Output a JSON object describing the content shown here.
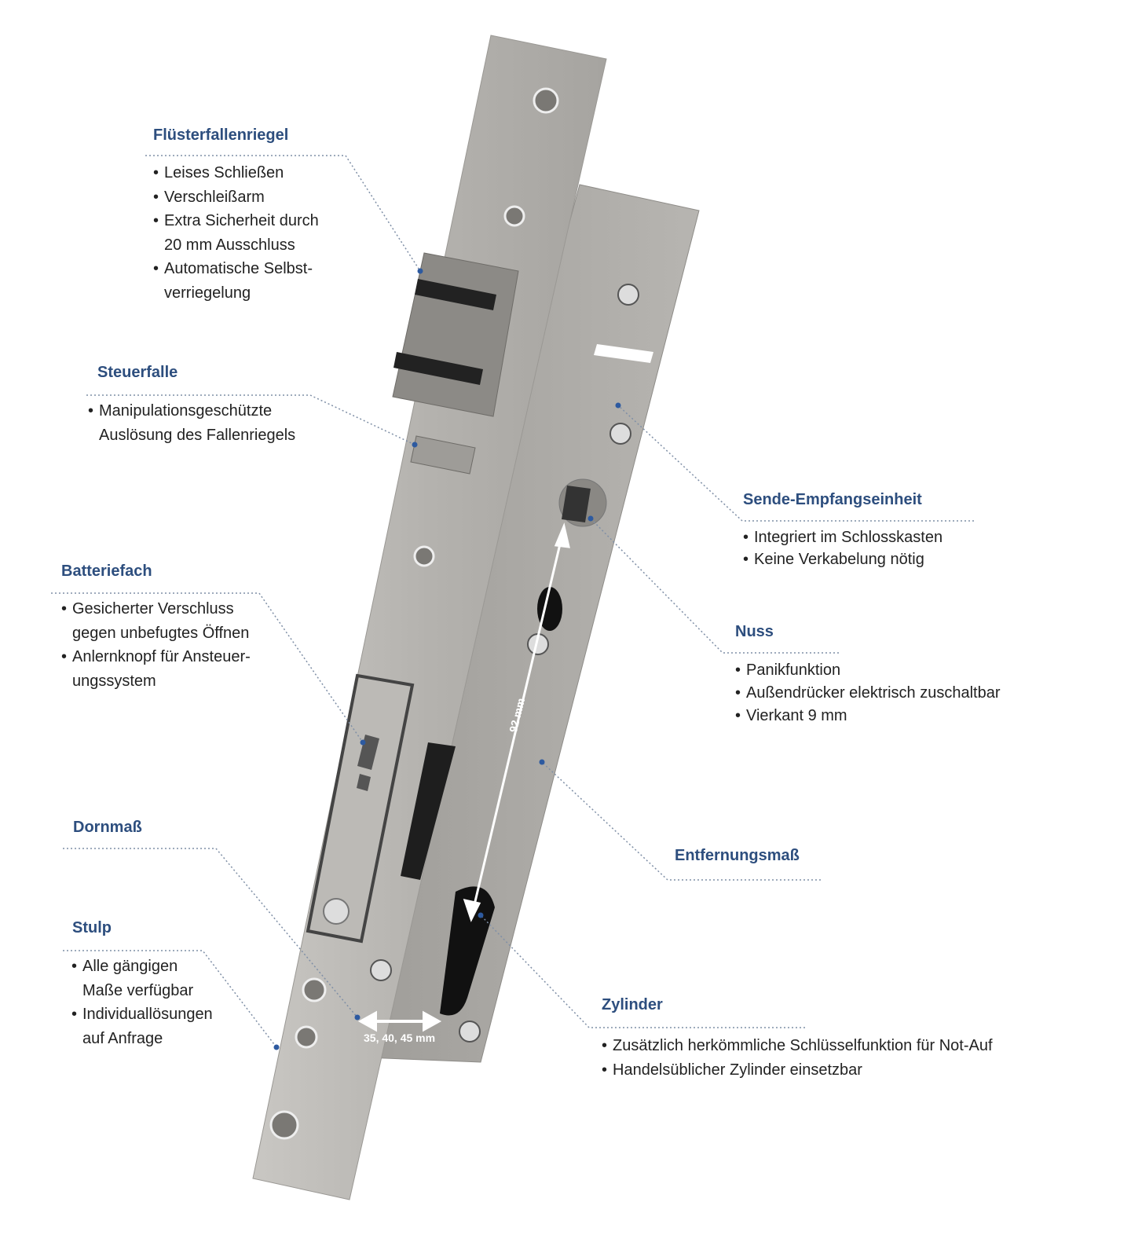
{
  "callouts": {
    "fluesterfallenriegel": {
      "title": "Flüsterfallenriegel",
      "lines": [
        "Leises Schließen",
        "Verschleißarm",
        "Extra Sicherheit durch",
        "20 mm Ausschluss",
        "Automatische Selbst-",
        "verriegelung"
      ]
    },
    "steuerfalle": {
      "title": "Steuerfalle",
      "lines": [
        "Manipulationsgeschützte",
        "Auslösung des Fallenriegels"
      ]
    },
    "batteriefach": {
      "title": "Batteriefach",
      "lines": [
        "Gesicherter Verschluss",
        "gegen unbefugtes Öffnen",
        "Anlernknopf für Ansteuer-",
        "ungssystem"
      ]
    },
    "dornmass": {
      "title": "Dornmaß"
    },
    "stulp": {
      "title": "Stulp",
      "lines": [
        "Alle gängigen",
        "Maße verfügbar",
        "Individuallösungen",
        "auf Anfrage"
      ]
    },
    "sende": {
      "title": "Sende-Empfangseinheit",
      "lines": [
        "Integriert im Schlosskasten",
        "Keine Verkabelung nötig"
      ]
    },
    "nuss": {
      "title": "Nuss",
      "lines": [
        "Panikfunktion",
        "Außendrücker elektrisch zuschaltbar",
        "Vierkant 9 mm"
      ]
    },
    "entfernungsmass": {
      "title": "Entfernungsmaß"
    },
    "zylinder": {
      "title": "Zylinder",
      "lines": [
        "Zusätzlich herkömmliche Schlüsselfunktion für Not-Auf",
        "Handelsüblicher Zylinder einsetzbar"
      ]
    }
  },
  "dimensions": {
    "distance": "92 mm",
    "backset": "35, 40, 45 mm"
  },
  "colors": {
    "title": "#2d4e7e",
    "leader": "#7f8fa6",
    "dot": "#2d5aa0",
    "steel": "#b3b1ad"
  }
}
